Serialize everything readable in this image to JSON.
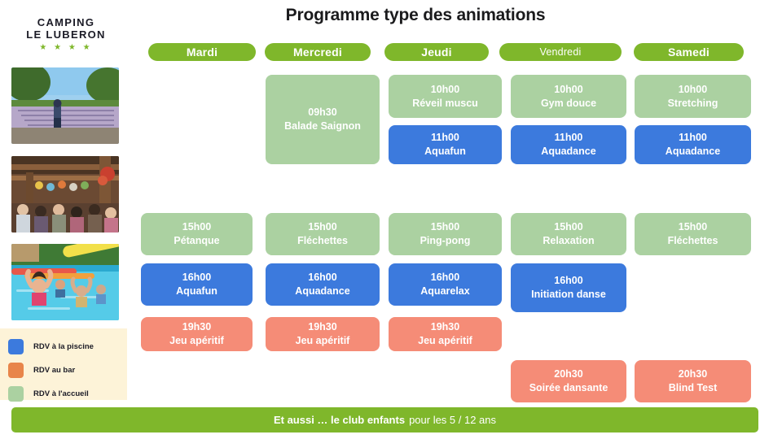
{
  "page": {
    "title": "Programme type des animations",
    "background": "#ffffff"
  },
  "brand": {
    "line1": "CAMPING",
    "line2": "LE LUBERON",
    "stars": "★ ★ ★ ★",
    "star_color": "#7fb72b"
  },
  "photos": [
    {
      "name": "photo-lavender-field",
      "alt": "Personne devant un champ de lavande"
    },
    {
      "name": "photo-bar-terrace",
      "alt": "Soirée animée sous la terrasse du bar"
    },
    {
      "name": "photo-pool-aquagym",
      "alt": "Aquagym dans la piscine"
    }
  ],
  "legend": {
    "background": "#fdf3d8",
    "items": [
      {
        "label": "RDV à la piscine",
        "color": "#3c7add"
      },
      {
        "label": "RDV au bar",
        "color": "#e8854a"
      },
      {
        "label": "RDV à l'accueil",
        "color": "#abd1a1"
      }
    ]
  },
  "days": [
    {
      "label": "Mardi",
      "style": "bold"
    },
    {
      "label": "Mercredi",
      "style": "bold"
    },
    {
      "label": "Jeudi",
      "style": "bold"
    },
    {
      "label": "Vendredi",
      "style": "thin"
    },
    {
      "label": "Samedi",
      "style": "bold"
    }
  ],
  "colors": {
    "green_header": "#7fb72b",
    "pool_blue": "#3c7add",
    "bar_salmon": "#f58c77",
    "welcome_green": "#abd1a1",
    "legend_cream": "#fdf3d8",
    "title_dark": "#1b1b1d"
  },
  "schedule": {
    "morning": [
      {
        "day": "Mercredi",
        "time": "09h30",
        "name": "Balade Saignon",
        "venue": "welcome"
      },
      {
        "day": "Jeudi",
        "time": "10h00",
        "name": "Réveil muscu",
        "venue": "welcome"
      },
      {
        "day": "Vendredi",
        "time": "10h00",
        "name": "Gym douce",
        "venue": "welcome"
      },
      {
        "day": "Samedi",
        "time": "10h00",
        "name": "Stretching",
        "venue": "welcome"
      },
      {
        "day": "Jeudi",
        "time": "11h00",
        "name": "Aquafun",
        "venue": "pool"
      },
      {
        "day": "Vendredi",
        "time": "11h00",
        "name": "Aquadance",
        "venue": "pool"
      },
      {
        "day": "Samedi",
        "time": "11h00",
        "name": "Aquadance",
        "venue": "pool"
      }
    ],
    "afternoon": [
      {
        "day": "Mardi",
        "time": "15h00",
        "name": "Pétanque",
        "venue": "welcome"
      },
      {
        "day": "Mercredi",
        "time": "15h00",
        "name": "Fléchettes",
        "venue": "welcome"
      },
      {
        "day": "Jeudi",
        "time": "15h00",
        "name": "Ping-pong",
        "venue": "welcome"
      },
      {
        "day": "Vendredi",
        "time": "15h00",
        "name": "Relaxation",
        "venue": "welcome"
      },
      {
        "day": "Samedi",
        "time": "15h00",
        "name": "Fléchettes",
        "venue": "welcome"
      },
      {
        "day": "Mardi",
        "time": "16h00",
        "name": "Aquafun",
        "venue": "pool"
      },
      {
        "day": "Mercredi",
        "time": "16h00",
        "name": "Aquadance",
        "venue": "pool"
      },
      {
        "day": "Jeudi",
        "time": "16h00",
        "name": "Aquarelax",
        "venue": "pool"
      },
      {
        "day": "Vendredi",
        "time": "16h00",
        "name": "Initiation danse",
        "venue": "pool"
      }
    ],
    "evening": [
      {
        "day": "Mardi",
        "time": "19h30",
        "name": "Jeu apéritif",
        "venue": "bar"
      },
      {
        "day": "Mercredi",
        "time": "19h30",
        "name": "Jeu apéritif",
        "venue": "bar"
      },
      {
        "day": "Jeudi",
        "time": "19h30",
        "name": "Jeu apéritif",
        "venue": "bar"
      },
      {
        "day": "Vendredi",
        "time": "20h30",
        "name": "Soirée dansante",
        "venue": "bar"
      },
      {
        "day": "Samedi",
        "time": "20h30",
        "name": "Blind Test",
        "venue": "bar"
      }
    ]
  },
  "footer": {
    "bold_text": "Et aussi … le club enfants",
    "regular_text": "pour les 5 / 12 ans"
  }
}
